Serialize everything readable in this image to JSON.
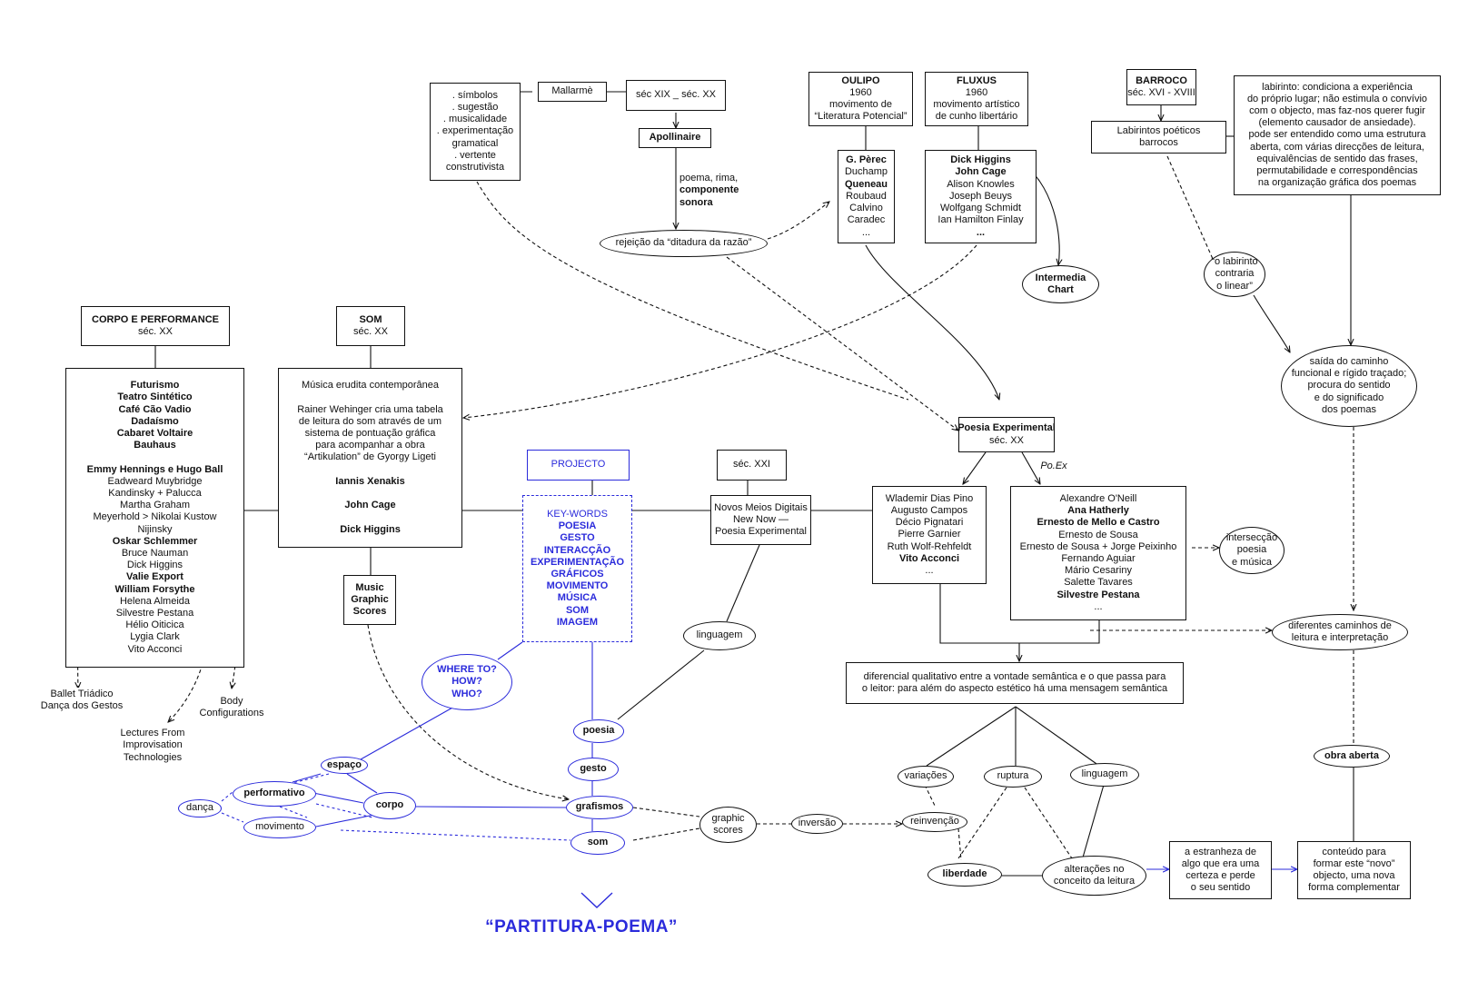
{
  "title": "“PARTITURA-POEMA”",
  "colors": {
    "ink": "#111111",
    "accent": "#2b2bdb"
  },
  "nodes": {
    "simbolos": {
      "lines": [
        ". símbolos",
        ". sugestão",
        ". musicalidade",
        ". experimentação",
        "gramatical",
        ". vertente",
        "construtivista"
      ]
    },
    "mallarme": {
      "lines": [
        "Mallarmè"
      ]
    },
    "secxix": {
      "lines": [
        "séc XIX _ séc. XX"
      ]
    },
    "apollinaire": {
      "lines": [
        "Apollinaire"
      ]
    },
    "poema_rima": {
      "lines": [
        "poema, rima,",
        "componente",
        "sonora"
      ]
    },
    "rejeicao": {
      "lines": [
        "rejeição da “ditadura da razão”"
      ]
    },
    "oulipo": {
      "lines": [
        "OULIPO",
        "1960",
        "movimento de",
        "“Literatura Potencial”"
      ]
    },
    "fluxus": {
      "lines": [
        "FLUXUS",
        "1960",
        "movimento artístico",
        "de cunho libertário"
      ]
    },
    "perec": {
      "lines": [
        "G. Pèrec",
        "Duchamp",
        "Queneau",
        "Roubaud",
        "Calvino",
        "Caradec",
        "..."
      ]
    },
    "higgins": {
      "lines": [
        "Dick Higgins",
        "John Cage",
        "Alison Knowles",
        "Joseph Beuys",
        "Wolfgang Schmidt",
        "Ian Hamilton Finlay",
        "..."
      ]
    },
    "intermedia": {
      "lines": [
        "Intermedia",
        "Chart"
      ]
    },
    "barroco": {
      "lines": [
        "BARROCO",
        "séc. XVI - XVIII"
      ]
    },
    "labirintos": {
      "lines": [
        "Labirintos poéticos",
        "barrocos"
      ]
    },
    "labirinto_desc": {
      "lines": [
        "labirinto: condiciona a experiência",
        "do próprio lugar; não estimula o convívio",
        "com o objecto, mas faz-nos querer fugir",
        "(elemento causador de ansiedade).",
        "pode ser entendido como uma estrutura",
        "aberta, com várias direcções de leitura,",
        "equivalências de sentido das frases,",
        "permutabilidade e correspondências",
        "na organização gráfica dos poemas"
      ]
    },
    "olabirinto": {
      "lines": [
        "“o labirinto",
        "contraria",
        "o linear”"
      ]
    },
    "saida": {
      "lines": [
        "saída do caminho",
        "funcional e rígido traçado;",
        "procura do sentido",
        "e do significado",
        "dos poemas"
      ]
    },
    "corpo_perf": {
      "lines": [
        "CORPO E PERFORMANCE",
        "séc. XX"
      ]
    },
    "som_h": {
      "lines": [
        "SOM",
        "séc. XX"
      ]
    },
    "futurismo": {
      "lines": [
        "Futurismo",
        "Teatro Sintético",
        "Café Cão Vadio",
        "Dadaísmo",
        "Cabaret Voltaire",
        "Bauhaus",
        "",
        "Emmy Hennings e Hugo Ball",
        "Eadweard Muybridge",
        "Kandinsky + Palucca",
        "Martha Graham",
        "Meyerhold > Nikolai Kustow",
        "Nijinsky",
        "Oskar Schlemmer",
        "Bruce Nauman",
        "Dick Higgins",
        "Valie Export",
        "William Forsythe",
        "Helena Almeida",
        "Silvestre Pestana",
        "Hélio Oiticica",
        "Lygia Clark",
        "Vito Acconci"
      ]
    },
    "musica_erudita": {
      "lines": [
        "Música erudita contemporânea",
        "",
        "Rainer Wehinger cria uma tabela",
        "de leitura do som através de um",
        "sistema de pontuação gráfica",
        "para acompanhar a obra",
        "“Artikulation” de Gyorgy Ligeti",
        "",
        "Iannis Xenakis",
        "",
        "John Cage",
        "",
        "Dick Higgins"
      ]
    },
    "music_scores": {
      "lines": [
        "Music",
        "Graphic",
        "Scores"
      ]
    },
    "projecto": {
      "lines": [
        "PROJECTO"
      ]
    },
    "keywords": {
      "lines": [
        "KEY-WORDS",
        "POESIA",
        "GESTO",
        "INTERACÇÃO",
        "EXPERIMENTAÇÃO",
        "GRÁFICOS",
        "MOVIMENTO",
        "MÚSICA",
        "SOM",
        "IMAGEM"
      ]
    },
    "secxxi": {
      "lines": [
        "séc. XXI"
      ]
    },
    "novos_meios": {
      "lines": [
        "Novos Meios Digitais",
        "New Now —",
        "Poesia Experimental"
      ]
    },
    "poesia_exp": {
      "lines": [
        "Poesia Experimental",
        "séc. XX"
      ]
    },
    "poex": {
      "lines": [
        "Po.Ex"
      ]
    },
    "wlademir": {
      "lines": [
        "Wlademir Dias Pino",
        "Augusto Campos",
        "Décio Pignatari",
        "Pierre Garnier",
        "Ruth Wolf-Rehfeldt",
        "Vito Acconci",
        "..."
      ]
    },
    "alexandre": {
      "lines": [
        "Alexandre O'Neill",
        "Ana Hatherly",
        "Ernesto de Mello e Castro",
        "Ernesto de Sousa",
        "Ernesto de Sousa + Jorge Peixinho",
        "Fernando Aguiar",
        "Mário Cesariny",
        "Salette Tavares",
        "Silvestre Pestana",
        "..."
      ]
    },
    "interseccao": {
      "lines": [
        "intersecção",
        "poesia",
        "e música"
      ]
    },
    "diferentes": {
      "lines": [
        "diferentes caminhos de",
        "leitura e interpretação"
      ]
    },
    "diferencial": {
      "lines": [
        "diferencial qualitativo entre a vontade semântica e o que passa para",
        "o leitor: para além do aspecto estético há uma mensagem semântica"
      ]
    },
    "linguagem1": {
      "lines": [
        "linguagem"
      ]
    },
    "where": {
      "lines": [
        "WHERE TO?",
        "HOW?",
        "WHO?"
      ]
    },
    "poesia": {
      "lines": [
        "poesia"
      ]
    },
    "gesto": {
      "lines": [
        "gesto"
      ]
    },
    "grafismos": {
      "lines": [
        "grafismos"
      ]
    },
    "som": {
      "lines": [
        "som"
      ]
    },
    "espaco": {
      "lines": [
        "espaço"
      ]
    },
    "performativo": {
      "lines": [
        "performativo"
      ]
    },
    "corpo": {
      "lines": [
        "corpo"
      ]
    },
    "danca": {
      "lines": [
        "dança"
      ]
    },
    "movimento": {
      "lines": [
        "movimento"
      ]
    },
    "graphic_scores": {
      "lines": [
        "graphic",
        "scores"
      ]
    },
    "inversao": {
      "lines": [
        "inversão"
      ]
    },
    "reinvencao": {
      "lines": [
        "reinvenção"
      ]
    },
    "variacoes": {
      "lines": [
        "variações"
      ]
    },
    "ruptura": {
      "lines": [
        "ruptura"
      ]
    },
    "linguagem2": {
      "lines": [
        "linguagem"
      ]
    },
    "liberdade": {
      "lines": [
        "liberdade"
      ]
    },
    "alteracoes": {
      "lines": [
        "alterações no",
        "conceito da leitura"
      ]
    },
    "estranheza": {
      "lines": [
        "a estranheza de",
        "algo que era uma",
        "certeza e perde",
        "o seu sentido"
      ]
    },
    "conteudo": {
      "lines": [
        "conteúdo para",
        "formar este “novo”",
        "objecto, uma nova",
        "forma complementar"
      ]
    },
    "obra_aberta": {
      "lines": [
        "obra aberta"
      ]
    },
    "ballet": {
      "lines": [
        "Ballet Triádico",
        "Dança dos Gestos"
      ]
    },
    "body_config": {
      "lines": [
        "Body",
        "Configurations"
      ]
    },
    "lectures": {
      "lines": [
        "Lectures From",
        "Improvisation",
        "Technologies"
      ]
    }
  }
}
